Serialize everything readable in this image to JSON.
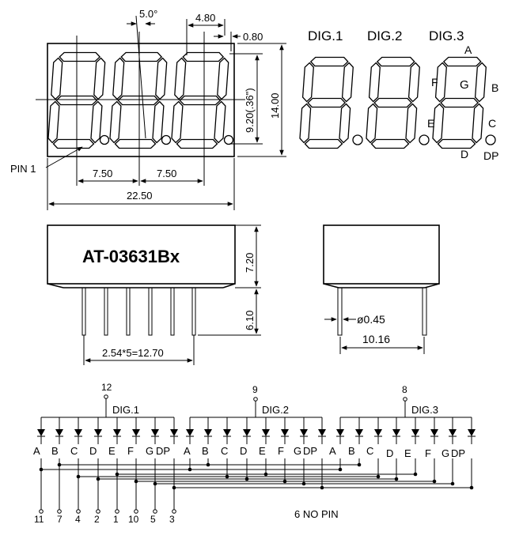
{
  "top_view": {
    "dim_angle": "5.0°",
    "dim_seg_width": "4.80",
    "dim_seg_gap": "0.80",
    "dim_digit_height": "9.20(.36\")",
    "dim_total_height": "14.00",
    "dim_pitch_1": "7.50",
    "dim_pitch_2": "7.50",
    "dim_total_width": "22.50",
    "pin1_label": "PIN 1"
  },
  "digit_labels": {
    "dig1": "DIG.1",
    "dig2": "DIG.2",
    "dig3": "DIG.3",
    "segments": {
      "a": "A",
      "b": "B",
      "c": "C",
      "d": "D",
      "e": "E",
      "f": "F",
      "g": "G",
      "dp": "DP"
    }
  },
  "side_view": {
    "part_number": "AT-03631Bx",
    "dim_body_height": "7.20",
    "dim_pin_length": "6.10",
    "dim_pin_span": "2.54*5=12.70"
  },
  "end_view": {
    "dim_pin_dia": "ø0.45",
    "dim_row_spacing": "10.16"
  },
  "schematic": {
    "digits": [
      {
        "label": "DIG.1",
        "common_pin": "12"
      },
      {
        "label": "DIG.2",
        "common_pin": "9"
      },
      {
        "label": "DIG.3",
        "common_pin": "8"
      }
    ],
    "segment_labels": [
      "A",
      "B",
      "C",
      "D",
      "E",
      "F",
      "G",
      "DP"
    ],
    "segment_pins": [
      "11",
      "7",
      "4",
      "2",
      "1",
      "10",
      "5",
      "3"
    ],
    "no_pin_note": "6 NO PIN"
  }
}
